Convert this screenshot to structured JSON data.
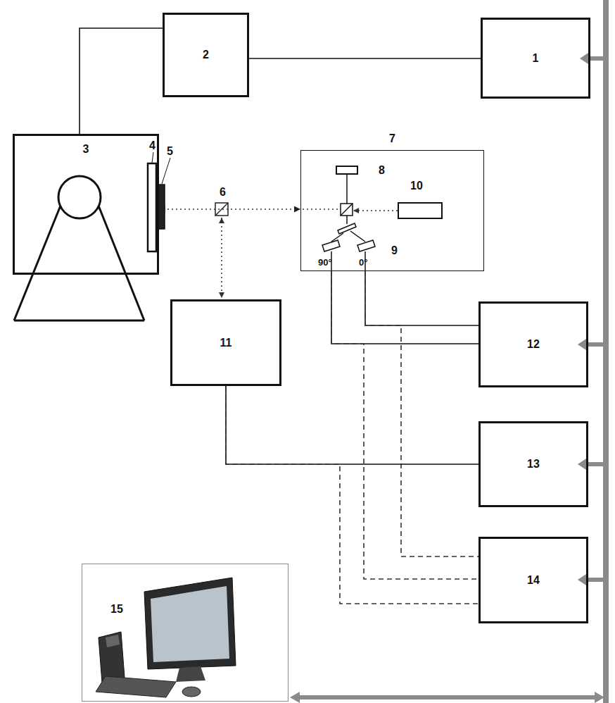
{
  "diagram": {
    "nodes": [
      {
        "text": [
          "2"
        ]
      },
      {
        "text": [
          "1"
        ]
      },
      {
        "text": [
          "3"
        ]
      },
      {
        "text": [
          "7"
        ]
      },
      {
        "text": [
          "11"
        ]
      },
      {
        "text": [
          "12"
        ]
      },
      {
        "text": [
          "13"
        ]
      },
      {
        "text": [
          "14"
        ]
      },
      {
        "text": [
          "15"
        ]
      }
    ],
    "edges": [
      {
        "from": 2,
        "to": 0,
        "arrow": "none"
      },
      {
        "from": 0,
        "to": 1,
        "arrow": "none"
      },
      {
        "from": 2,
        "to": 3,
        "arrow": "both"
      },
      {
        "from": 3,
        "to": 5,
        "arrow": "none"
      },
      {
        "from": 3,
        "to": 5,
        "arrow": "none"
      },
      {
        "from": 3,
        "to": 7,
        "arrow": "none"
      },
      {
        "from": 3,
        "to": 7,
        "arrow": "none"
      },
      {
        "from": 4,
        "to": 6,
        "arrow": "none"
      },
      {
        "from": 4,
        "to": 7,
        "arrow": "none"
      }
    ],
    "labels": [
      "4",
      "5",
      "6",
      "8",
      "10",
      "9",
      "90°",
      "0°"
    ]
  }
}
